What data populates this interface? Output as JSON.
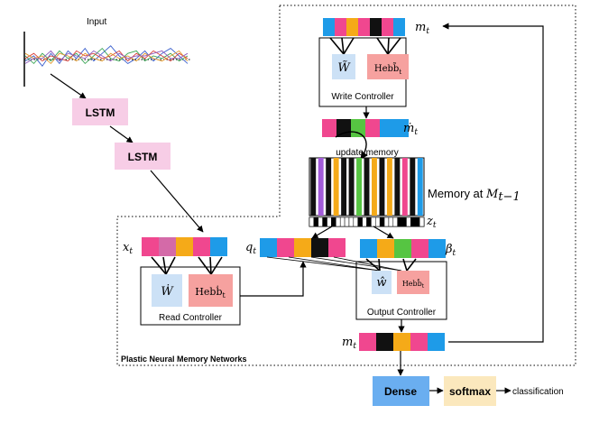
{
  "colors": {
    "blue": "#1e9be8",
    "pink": "#f0478f",
    "mauve": "#d46aa8",
    "orange": "#f5aa18",
    "black": "#111111",
    "green": "#56c542",
    "purple": "#a15bd9",
    "white": "#ffffff",
    "lstm": "#f7cde6",
    "w_box": "#cce1f6",
    "hebb_box": "#f6a19f",
    "dense": "#6aaef0",
    "softmax": "#fbe8bd"
  },
  "input": {
    "label": "Input"
  },
  "lstm": [
    {
      "label": "LSTM"
    },
    {
      "label": "LSTM"
    }
  ],
  "write_controller": {
    "label": "Write Controller",
    "w_symbol": "W̃",
    "hebb_symbol": "Hebb̃",
    "hebb_sub": "t"
  },
  "read_controller": {
    "label": "Read Controller",
    "w_symbol": "Ẇ",
    "hebb_symbol": "Hebḃ",
    "hebb_sub": "t"
  },
  "output_controller": {
    "label": "Output Controller",
    "w_symbol": "ŵ",
    "hebb_symbol": "Hebb̂",
    "hebb_sub": "t"
  },
  "vectors": {
    "m_top": {
      "label": "m",
      "sub": "t",
      "cells": [
        "blue",
        "pink",
        "orange",
        "pink",
        "black",
        "pink",
        "blue"
      ]
    },
    "m_dot": {
      "label": "ṁ",
      "sub": "t",
      "cells": [
        "pink",
        "black",
        "green",
        "pink",
        "blue",
        "blue"
      ]
    },
    "x_t": {
      "label": "x",
      "sub": "t",
      "cells": [
        "pink",
        "mauve",
        "orange",
        "pink",
        "blue"
      ]
    },
    "q_t": {
      "label": "q",
      "sub": "t",
      "cells": [
        "blue",
        "pink",
        "orange",
        "black",
        "pink"
      ]
    },
    "beta_t": {
      "label": "β",
      "sub": "t",
      "cells": [
        "blue",
        "orange",
        "green",
        "pink",
        "blue"
      ]
    },
    "m_out": {
      "label": "m",
      "sub": "t",
      "cells": [
        "pink",
        "black",
        "orange",
        "pink",
        "blue"
      ]
    }
  },
  "memory": {
    "label": "Memory at ",
    "label_math": "M",
    "label_sub": "t−1",
    "update_label": "update memory",
    "stripes": [
      "black",
      "purple",
      "black",
      "orange",
      "black",
      "black",
      "green",
      "black",
      "orange",
      "black",
      "orange",
      "black",
      "pink",
      "black",
      "blue"
    ],
    "z_label": "z",
    "z_sub": "t",
    "z_cells": [
      0,
      1,
      0,
      1,
      0,
      1,
      0,
      0,
      0,
      0,
      0,
      1,
      0,
      1,
      0,
      0,
      1,
      0,
      0,
      0,
      1,
      1,
      0,
      1,
      1,
      0
    ]
  },
  "plastic_label": "Plastic Neural Memory Networks",
  "dense": {
    "label": "Dense"
  },
  "softmax": {
    "label": "softmax"
  },
  "classification": {
    "label": "classification"
  },
  "signals": [
    {
      "name": "series-blue",
      "color": "#3a5fcd",
      "values": [
        0.3,
        0.5,
        0.1,
        0.6,
        0.2,
        0.7,
        0.4,
        0.8,
        0.3,
        0.6,
        0.9,
        0.5,
        0.2,
        0.4,
        0.7,
        0.3,
        0.6,
        0.8,
        0.5,
        0.2
      ]
    },
    {
      "name": "series-green",
      "color": "#3aa655",
      "values": [
        0.5,
        0.2,
        0.6,
        0.3,
        0.7,
        0.4,
        0.6,
        0.2,
        0.5,
        0.8,
        0.4,
        0.3,
        0.6,
        0.7,
        0.3,
        0.5,
        0.4,
        0.6,
        0.3,
        0.5
      ]
    },
    {
      "name": "series-red",
      "color": "#d9403a",
      "values": [
        0.4,
        0.6,
        0.3,
        0.5,
        0.4,
        0.3,
        0.7,
        0.5,
        0.6,
        0.4,
        0.5,
        0.7,
        0.3,
        0.6,
        0.4,
        0.7,
        0.5,
        0.3,
        0.6,
        0.4
      ]
    },
    {
      "name": "series-orange",
      "color": "#e39a2b",
      "values": [
        0.6,
        0.4,
        0.5,
        0.2,
        0.6,
        0.5,
        0.3,
        0.6,
        0.4,
        0.3,
        0.6,
        0.4,
        0.5,
        0.3,
        0.6,
        0.4,
        0.3,
        0.5,
        0.7,
        0.3
      ]
    },
    {
      "name": "series-purple",
      "color": "#8e5bbd",
      "values": [
        0.2,
        0.4,
        0.4,
        0.7,
        0.3,
        0.6,
        0.5,
        0.4,
        0.7,
        0.5,
        0.3,
        0.6,
        0.4,
        0.5,
        0.5,
        0.6,
        0.7,
        0.4,
        0.4,
        0.6
      ]
    }
  ]
}
